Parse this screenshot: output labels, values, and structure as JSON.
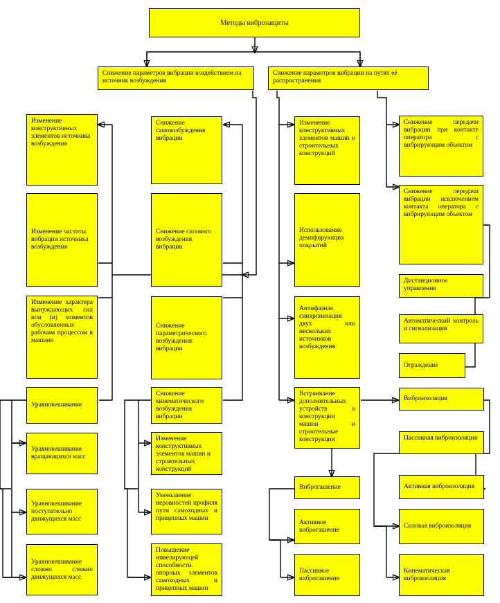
{
  "diagram": {
    "root": "Методы виброзащиты",
    "left_branch": "Снижение параметров вибрации воздействием на источник возбуждения",
    "right_branch": "Снижение параметров вибрации на путях её распространения",
    "source_changes": [
      "Изменение конструктивных элементов источника возбуждения",
      "Изменение частоты вибрации источника возбуждения",
      "Изменение характера вынуждающих сил или (и) моментов обусловленных рабочим процессом в машине"
    ],
    "balancing": {
      "label": "Уравновешивание",
      "children": [
        "Уравновешивание вращающихся масс",
        "Уравновешивание поступательно движущихся масс",
        "Уравновешивание сложно сложно движущихся масс"
      ]
    },
    "excitation_reduction": [
      "Снижение самовозбуждения вибрации",
      "Снижение силового возбуждения вибрации",
      "Снижение параметрического возбуждения вибрации"
    ],
    "kinematic": {
      "label": "Снижение кинематического возбуждения вибрации",
      "children": [
        "Изменение конструктивных элементов машин и строительных конструкций",
        "Уменьшение неровностей профиля пути самоходных и прицепных машин",
        "Повышение нивелирующей способности опорных элементов самоходных и прицепных машин"
      ]
    },
    "path_methods": [
      "Изменение конструктивных элементов машин и строительных конструкций",
      "Использование демпфирующих покрытий",
      "Антифазная синхронизация двух или нескольких источников возбуждения",
      "Встраивание дополнительных устройств в конструкции машин и строительные конструкции"
    ],
    "vibration_damping": {
      "label": "Виброгашение",
      "children": [
        "Активное виброгашение",
        "Пассивное виброгашение"
      ]
    },
    "operator": [
      "Снижение передачи вибрации при контакте оператора с вибрирующим объектом",
      "Снижение передачи вибрации исключением контакта оператора с вибрирующим объектом"
    ],
    "operator_measures": [
      "Дистанционное управление",
      "Автоматический контроль и сигнализация",
      "Ограждение"
    ],
    "isolation": {
      "label": "Виброизоляция",
      "passive": "Пассивная виброизоляция",
      "active": "Активная виброизоляция",
      "power": "Силовая виброизоляция",
      "kinematic": "Кинематическая виброизоляция"
    }
  }
}
